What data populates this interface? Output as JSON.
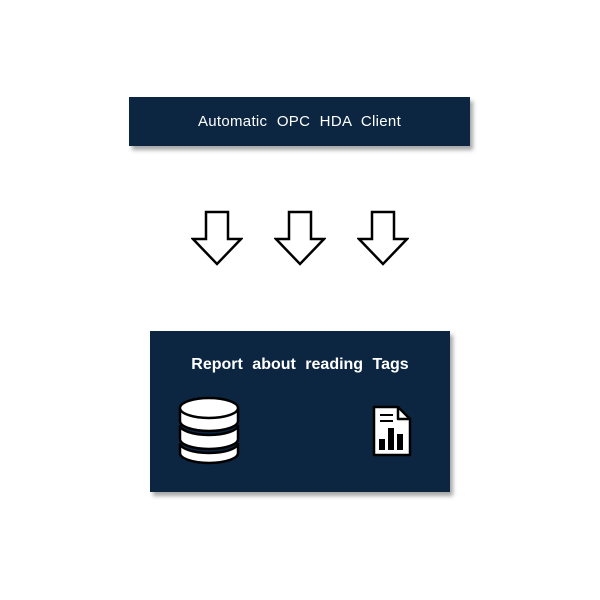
{
  "top_box": {
    "title": "Automatic OPC HDA Client"
  },
  "arrows": {
    "icon": "down-arrow-icon",
    "count": 3
  },
  "bottom_box": {
    "title": "Report about reading Tags",
    "left_icon": "database-icon",
    "right_icon": "report-chart-icon"
  },
  "colors": {
    "box_fill": "#0c2641",
    "text": "#ffffff",
    "arrow_stroke": "#000000"
  }
}
